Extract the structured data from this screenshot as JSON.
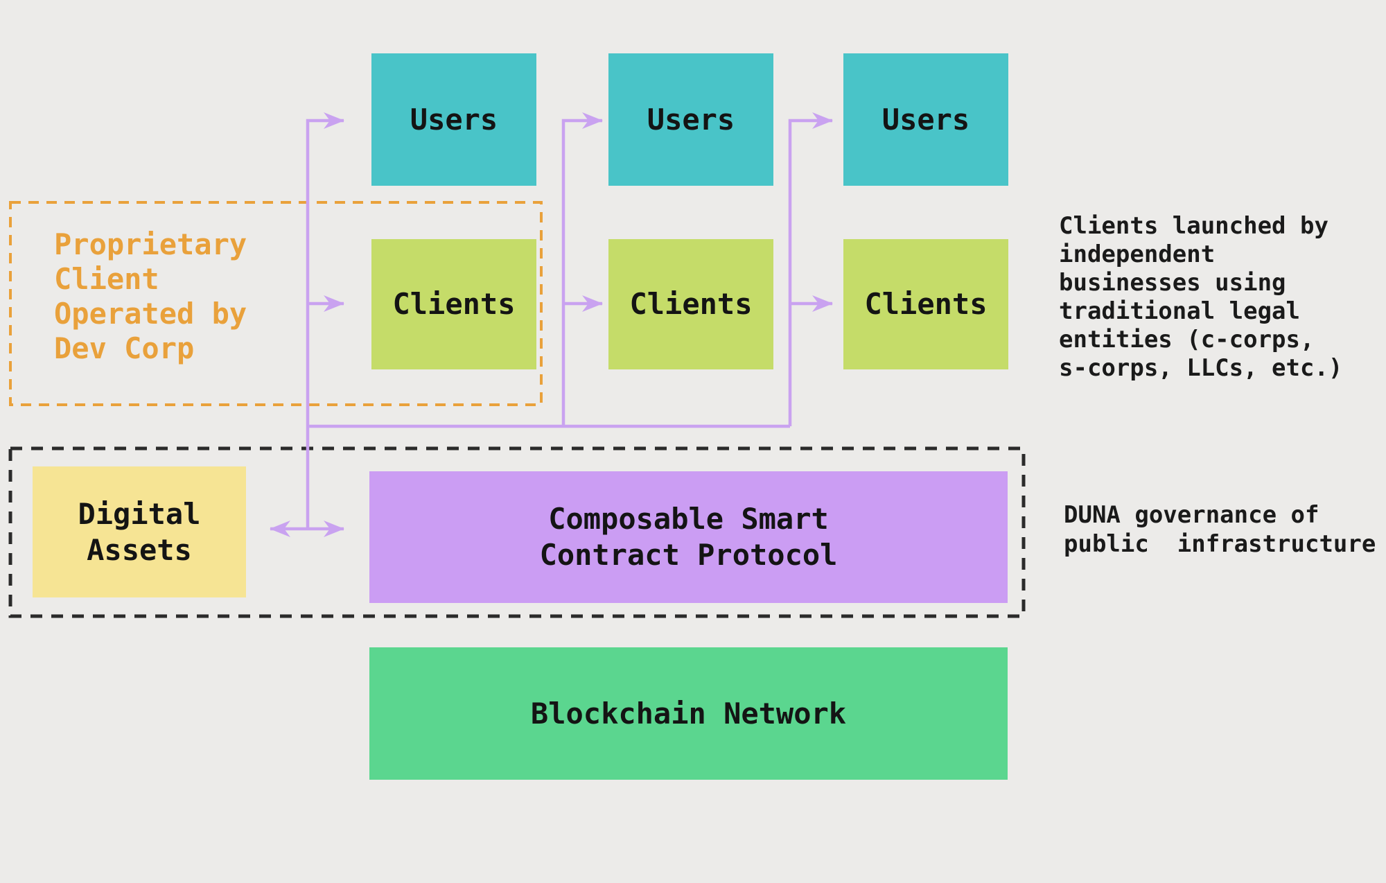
{
  "diagram_title": "",
  "colors": {
    "background": "#ECEBE9",
    "users_box": "#49C4C8",
    "clients_box": "#C5DC69",
    "digital_assets_box": "#F6E494",
    "protocol_box": "#CB9DF3",
    "blockchain_box": "#5BD68F",
    "arrow_purple": "#C9A2F0",
    "orange_dashed_border": "#E9A13B",
    "black_dashed_border": "#2B2B2B",
    "box_text": "#141414",
    "annotation_text": "#1A1A1A"
  },
  "boxes": {
    "users": [
      "Users",
      "Users",
      "Users"
    ],
    "clients": [
      "Clients",
      "Clients",
      "Clients"
    ],
    "digital_assets": "Digital\nAssets",
    "protocol": "Composable Smart\nContract Protocol",
    "blockchain": "Blockchain Network"
  },
  "annotations": {
    "proprietary_client": "Proprietary\nClient\nOperated by\nDev Corp",
    "clients_launched": "Clients launched by\nindependent\nbusinesses using\ntraditional legal\nentities (c-corps,\ns-corps, LLCs, etc.)",
    "duna_governance": "DUNA governance of\npublic  infrastructure"
  },
  "icons": {
    "flow_arrow": "purple right-angle flow arrow",
    "double_arrow": "purple horizontal double-headed arrow"
  }
}
